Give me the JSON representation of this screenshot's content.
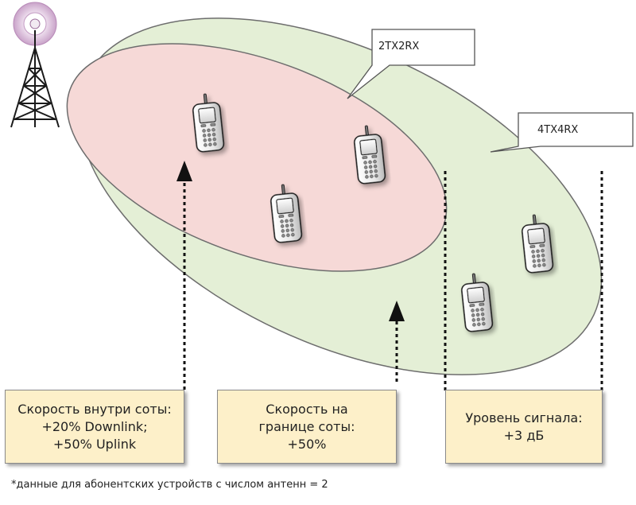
{
  "callouts": {
    "inner": "2TX2RX",
    "outer": "4TX4RX"
  },
  "boxes": [
    {
      "lines": [
        "Скорость внутри соты:",
        "+20% Downlink;",
        "+50% Uplink"
      ]
    },
    {
      "lines": [
        "Скорость на",
        "границе соты:",
        "+50%"
      ]
    },
    {
      "lines": [
        "Уровень сигнала:",
        "+3 дБ"
      ]
    }
  ],
  "footnote": "*данные для абонентских устройств с числом антенн = 2",
  "colors": {
    "outer_ellipse": "#e4efd6",
    "inner_ellipse": "#f6d9d7",
    "box_fill": "#fdf0c9"
  },
  "icons": [
    "antenna-tower-icon",
    "mobile-phone-icon"
  ]
}
